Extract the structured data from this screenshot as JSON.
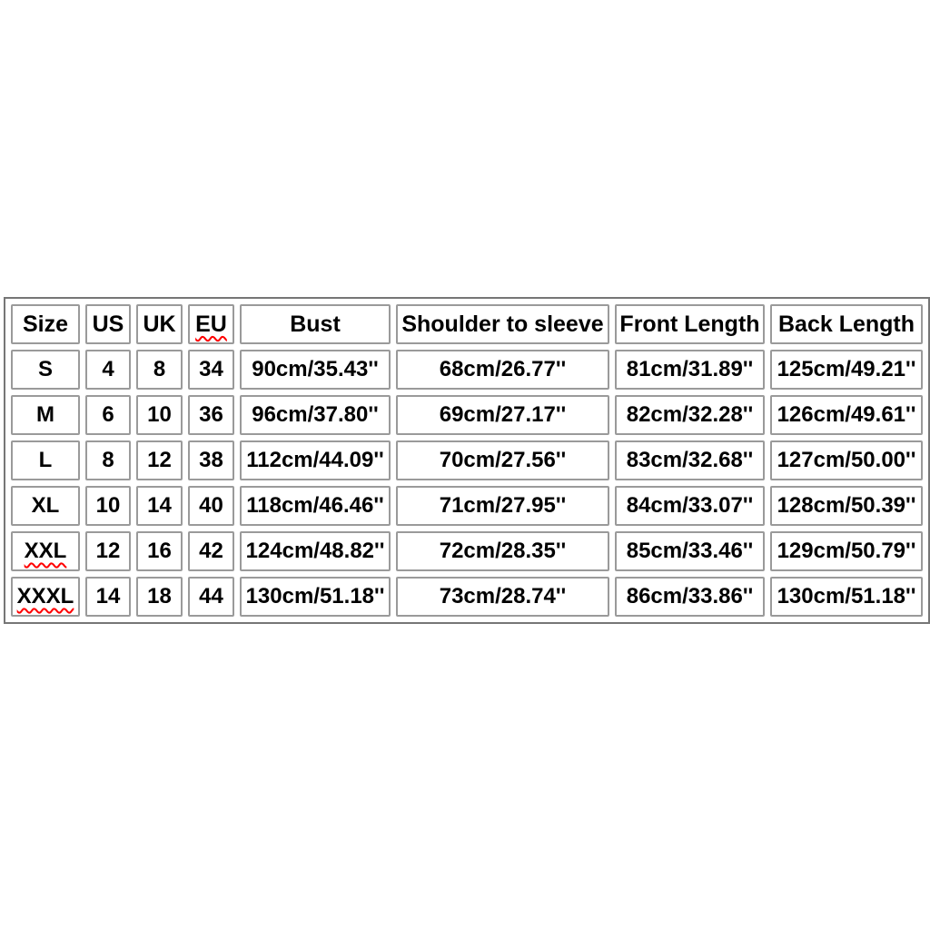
{
  "page": {
    "background_color": "#ffffff"
  },
  "size_chart": {
    "headers": [
      "Size",
      "US",
      "UK",
      "EU",
      "Bust",
      "Shoulder to sleeve",
      "Front Length",
      "Back Length"
    ],
    "rows": [
      {
        "size": "S",
        "us": "4",
        "uk": "8",
        "eu": "34",
        "bust": "90cm/35.43''",
        "shoulder_to_sleeve": "68cm/26.77''",
        "front_length": "81cm/31.89''",
        "back_length": "125cm/49.21''"
      },
      {
        "size": "M",
        "us": "6",
        "uk": "10",
        "eu": "36",
        "bust": "96cm/37.80''",
        "shoulder_to_sleeve": "69cm/27.17''",
        "front_length": "82cm/32.28''",
        "back_length": "126cm/49.61''"
      },
      {
        "size": "L",
        "us": "8",
        "uk": "12",
        "eu": "38",
        "bust": "112cm/44.09''",
        "shoulder_to_sleeve": "70cm/27.56''",
        "front_length": "83cm/32.68''",
        "back_length": "127cm/50.00''"
      },
      {
        "size": "XL",
        "us": "10",
        "uk": "14",
        "eu": "40",
        "bust": "118cm/46.46''",
        "shoulder_to_sleeve": "71cm/27.95''",
        "front_length": "84cm/33.07''",
        "back_length": "128cm/50.39''"
      },
      {
        "size": "XXL",
        "us": "12",
        "uk": "16",
        "eu": "42",
        "bust": "124cm/48.82''",
        "shoulder_to_sleeve": "72cm/28.35''",
        "front_length": "85cm/33.46''",
        "back_length": "129cm/50.79''"
      },
      {
        "size": "XXXL",
        "us": "14",
        "uk": "18",
        "eu": "44",
        "bust": "130cm/51.18''",
        "shoulder_to_sleeve": "73cm/28.74''",
        "front_length": "86cm/33.86''",
        "back_length": "130cm/51.18''"
      }
    ],
    "spellcheck_underlined_terms": [
      "EU",
      "XXL",
      "XXXL"
    ],
    "colors": {
      "text": "#000000",
      "cell_border": "#9a9a9a",
      "outer_border": "#767676",
      "spellcheck_underline": "#ff0000",
      "background": "#ffffff"
    }
  }
}
